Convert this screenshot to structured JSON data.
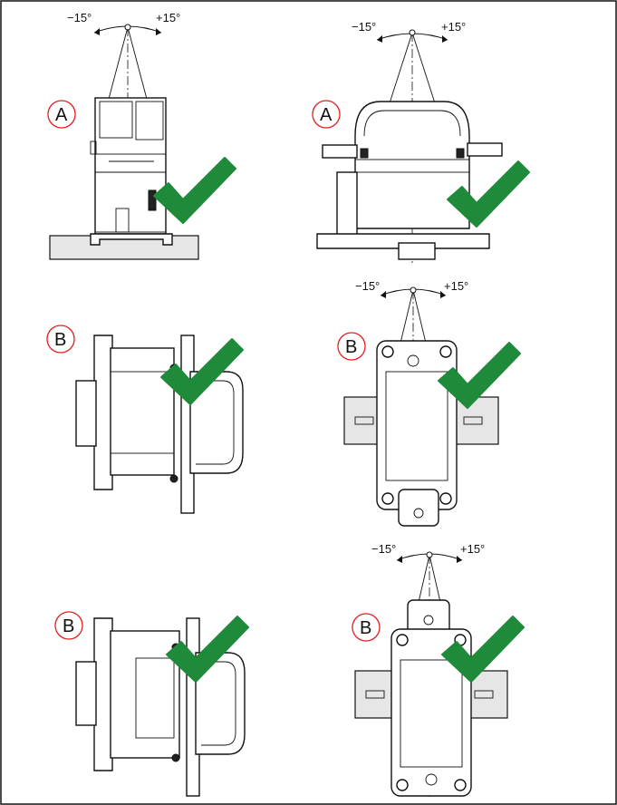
{
  "angle_minus": "−15°",
  "angle_plus": "+15°",
  "label_a": "A",
  "label_b": "B",
  "check_color": "#1f8a3a",
  "callout_color": "#e02020",
  "panels": [
    {
      "marker": "A",
      "view": "front-on-rail",
      "check": "check-icon"
    },
    {
      "marker": "A",
      "view": "front-wide",
      "check": "check-icon"
    },
    {
      "marker": "B",
      "view": "side",
      "check": "check-icon"
    },
    {
      "marker": "B",
      "view": "rear-on-rail",
      "check": "check-icon"
    },
    {
      "marker": "B",
      "view": "side",
      "check": "check-icon"
    },
    {
      "marker": "B",
      "view": "rear-on-rail-inverted",
      "check": "check-icon"
    }
  ]
}
